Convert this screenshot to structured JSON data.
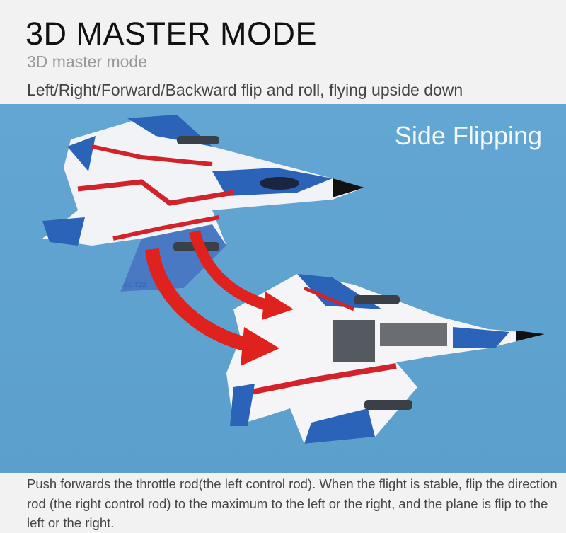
{
  "header": {
    "title": "3D MASTER MODE",
    "subtitle": "3D master mode",
    "description": "Left/Right/Forward/Backward flip and roll, flying upside down"
  },
  "stage": {
    "label": "Side Flipping",
    "background_color": "#5fa3d0",
    "plane_model": "SG-F22"
  },
  "footer": {
    "text": "Push forwards the throttle rod(the left control rod). When the flight is stable, flip the direction rod (the right control rod) to the maximum to the left or the right, and the plane is flip to the left or the right."
  }
}
